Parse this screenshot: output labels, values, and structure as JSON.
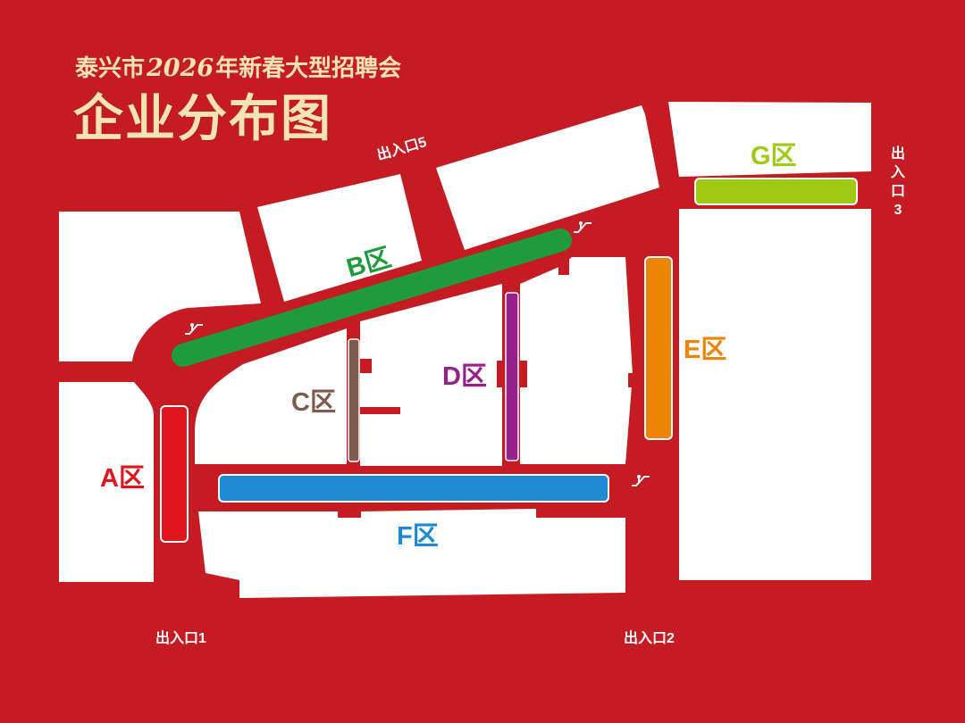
{
  "title": {
    "prefix": "泰兴市",
    "year": "2026",
    "suffix": "年新春大型招聘会",
    "main": "企业分布图"
  },
  "exits": {
    "exit1": "出入口1",
    "exit2": "出入口2",
    "exit3": "出入口3",
    "exit5": "出入口5"
  },
  "zones": {
    "A": {
      "label": "A区",
      "color": "#e0161e"
    },
    "B": {
      "label": "B区",
      "color": "#1f9a3c"
    },
    "C": {
      "label": "C区",
      "color": "#7d5b4f"
    },
    "D": {
      "label": "D区",
      "color": "#98208c"
    },
    "E": {
      "label": "E区",
      "color": "#ec8406"
    },
    "F": {
      "label": "F区",
      "color": "#1e8ad6"
    },
    "G": {
      "label": "G区",
      "color": "#9fcb14"
    }
  },
  "colors": {
    "background": "#c41c22",
    "building": "#ffffff",
    "title": "#f6e3b4"
  },
  "icons": [
    "escalator-icon"
  ]
}
